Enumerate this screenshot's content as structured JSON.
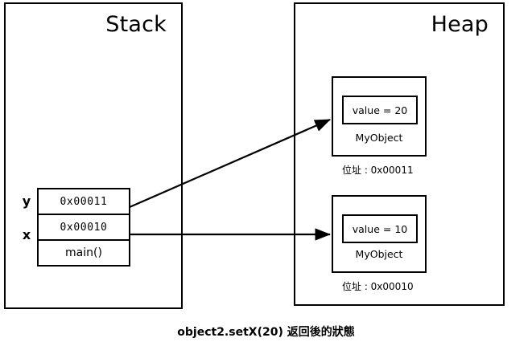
{
  "diagram": {
    "caption": "object2.setX(20) 返回後的狀態",
    "regions": {
      "stack": {
        "title": "Stack"
      },
      "heap": {
        "title": "Heap"
      }
    },
    "stack": {
      "frame_cells": [
        {
          "var": "y",
          "value": "0x00011"
        },
        {
          "var": "x",
          "value": "0x00010"
        },
        {
          "var": "",
          "value": "main()"
        }
      ]
    },
    "heap": {
      "objects": [
        {
          "field": "value = 20",
          "class_name": "MyObject",
          "address_label": "位址 : 0x00011"
        },
        {
          "field": "value = 10",
          "class_name": "MyObject",
          "address_label": "位址 : 0x00010"
        }
      ]
    },
    "arrows": [
      {
        "from": "stack-cell-y",
        "to": "heap-object-top"
      },
      {
        "from": "stack-cell-x",
        "to": "heap-object-bottom"
      }
    ],
    "colors": {
      "stroke": "#000000",
      "background": "#ffffff"
    }
  }
}
